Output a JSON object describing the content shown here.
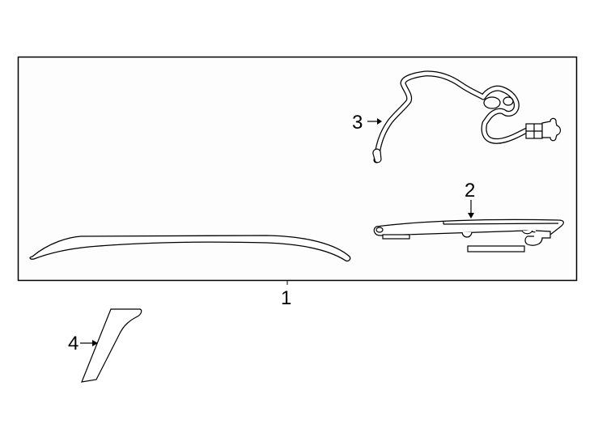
{
  "diagram": {
    "type": "parts-exploded-view",
    "background": "#ffffff",
    "box_fill": "#fdfdfd",
    "stroke_color": "#000000",
    "callouts": [
      {
        "id": "1",
        "label": "1",
        "part": "spoiler-molding"
      },
      {
        "id": "2",
        "label": "2",
        "part": "high-mount-stop-lamp"
      },
      {
        "id": "3",
        "label": "3",
        "part": "wire-harness"
      },
      {
        "id": "4",
        "label": "4",
        "part": "trim-bracket"
      }
    ]
  }
}
